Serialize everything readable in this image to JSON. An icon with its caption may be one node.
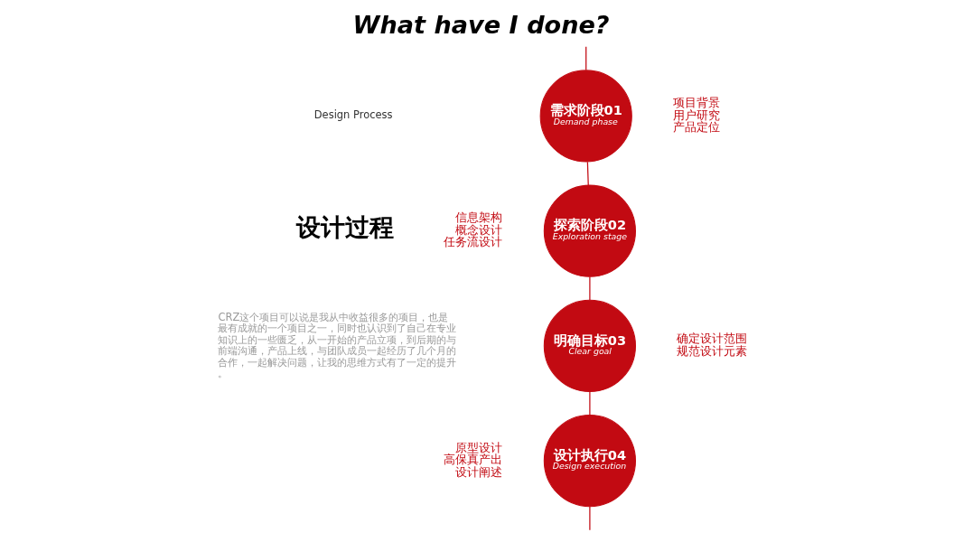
{
  "diagram": {
    "title": "What have I done?",
    "nodes": [
      {
        "text": [
          "需求阶段01",
          "Demand phase"
        ],
        "beside": [
          "项目背景",
          "用户研究",
          "产品定位"
        ]
      },
      {
        "text": [
          "探索阶段02",
          "Exploration stage"
        ],
        "beside": [
          "信息架构",
          "概念设计",
          "任务流设计"
        ]
      },
      {
        "text": [
          "明确目标03",
          "Clear goal"
        ],
        "beside": [
          "确定设计范围",
          "规范设计元素"
        ]
      },
      {
        "text": [
          "设计执行04",
          "Design execution"
        ],
        "beside": [
          "原型设计",
          "高保真产出",
          "设计阐述"
        ]
      }
    ],
    "edges": [
      {
        "from": null,
        "to": 0,
        "arrow": "none"
      },
      {
        "from": 0,
        "to": 1,
        "arrow": "none"
      },
      {
        "from": 1,
        "to": 2,
        "arrow": "none"
      },
      {
        "from": 2,
        "to": 3,
        "arrow": "none"
      },
      {
        "from": 3,
        "to": null,
        "arrow": "none"
      }
    ],
    "labels": [
      "Design Process",
      "设计过程",
      "CRZ这个项目可以说是我从中收益很多的项目，也是最有成就的一个项目之一，同时也认识到了自己在专业知识上的一些匮乏，从一开始的产品立项，到后期的与前端沟通，产品上线，与团队成员一起经历了几个月的合作，一起解决问题，让我的思维方式有了一定的提升。"
    ]
  }
}
